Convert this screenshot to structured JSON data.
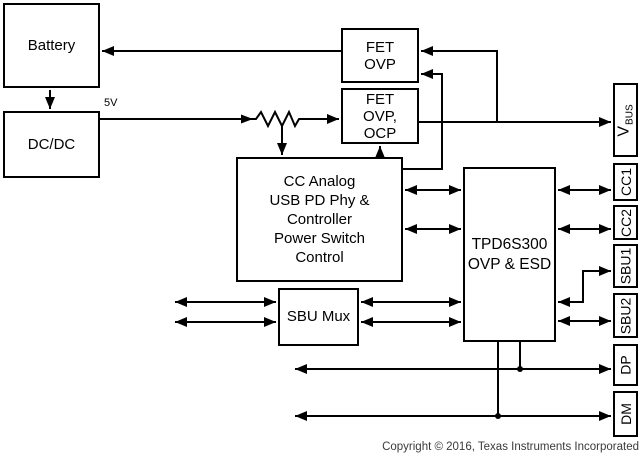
{
  "colors": {
    "line": "#000000",
    "background": "#ffffff",
    "box_fill": "#ffffff"
  },
  "blocks": {
    "battery": "Battery",
    "dcdc": "DC/DC",
    "fet_ovp": "FET\nOVP",
    "fet_ovp_ocp": "FET\nOVP,\nOCP",
    "cc_analog": "CC Analog\nUSB PD Phy &\nController\nPower Switch\nControl",
    "tpd6s300": "TPD6S300\nOVP & ESD",
    "sbu_mux": "SBU Mux"
  },
  "pins": {
    "vbus": {
      "main": "V",
      "sub": "BUS"
    },
    "cc1": "CC1",
    "cc2": "CC2",
    "sbu1": "SBU1",
    "sbu2": "SBU2",
    "dp": "DP",
    "dm": "DM"
  },
  "labels": {
    "rail_5v": "5V"
  },
  "footer": {
    "copyright": "Copyright © 2016, Texas Instruments Incorporated"
  }
}
